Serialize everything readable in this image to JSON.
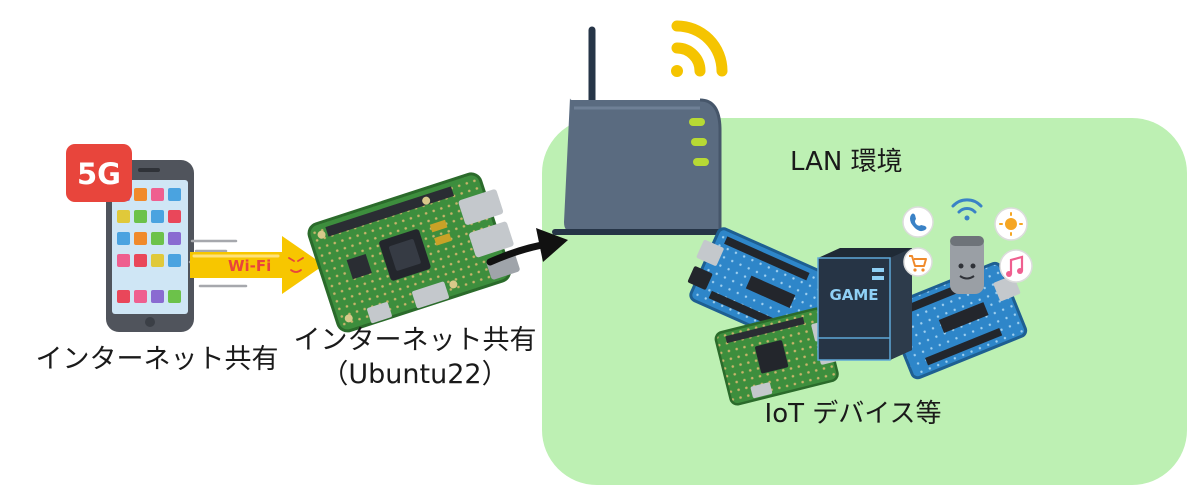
{
  "colors": {
    "lan_background": "#bdf0b3",
    "phone_body": "#50545c",
    "phone_screen": "#cfe6f5",
    "badge": "#e8453c",
    "wifi_arrow": "#f7c600",
    "pcb_green": "#3a8a3a",
    "router_body": "#5a6b80",
    "router_led": "#b7d934",
    "wifi_signal": "#f5c400",
    "arduino_blue": "#2b84c8",
    "game_console": "#1f2a36"
  },
  "icons": {
    "phone": "smartphone-icon",
    "badge": "5g-badge-icon",
    "wifi_arrow": "wifi-arrow-icon",
    "raspberry_pi": "raspberry-pi-icon",
    "router": "wifi-router-icon",
    "signal": "wifi-signal-icon",
    "arduino": "arduino-board-icon",
    "game": "game-console-icon",
    "speaker": "smart-speaker-icon"
  },
  "phone": {
    "badge": "5G",
    "label": "インターネット共有"
  },
  "wifi_arrow": {
    "text": "Wi-Fi"
  },
  "raspberry_pi": {
    "label_line1": "インターネット共有",
    "label_line2": "（Ubuntu22）"
  },
  "lan": {
    "label": "LAN 環境"
  },
  "iot": {
    "label": "IoT デバイス等",
    "game_text": "GAME"
  }
}
